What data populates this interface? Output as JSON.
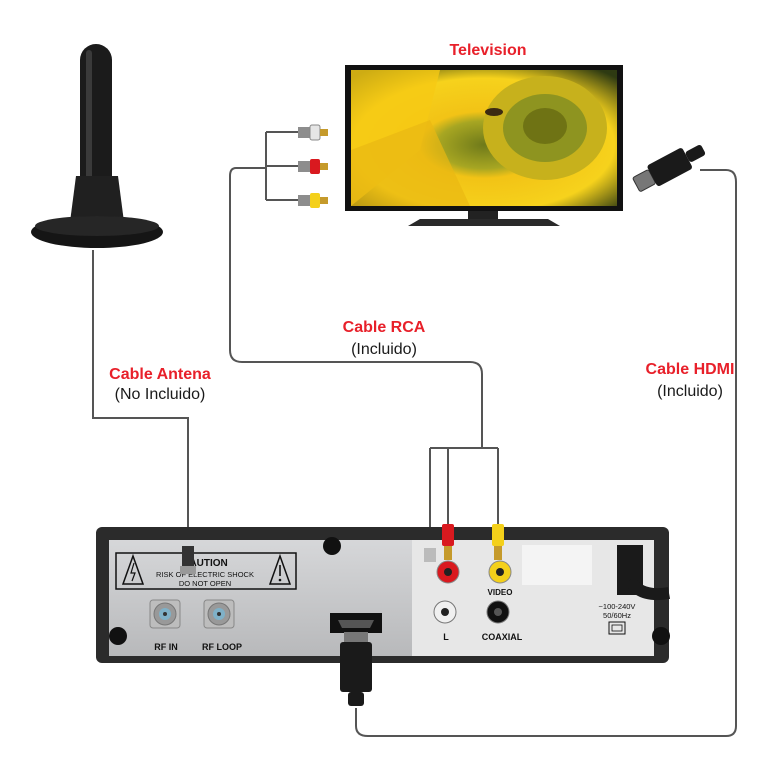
{
  "labels": {
    "television": "Television",
    "rca_title": "Cable RCA",
    "rca_sub": "(Incluido)",
    "antenna_title": "Cable Antena",
    "antenna_sub": "(No Incluido)",
    "hdmi_title": "Cable HDMI",
    "hdmi_sub": "(Incluido)"
  },
  "receiver": {
    "caution_title": "CAUTION",
    "caution_line1": "RISK OF ELECTRIC SHOCK",
    "caution_line2": "DO NOT OPEN",
    "rf_in": "RF IN",
    "rf_loop": "RF LOOP",
    "audio_l": "L",
    "video": "VIDEO",
    "coaxial": "COAXIAL",
    "power_line1": "~100-240V",
    "power_line2": "50/60Hz"
  },
  "colors": {
    "label_red": "#e8202a",
    "cable": "#555555",
    "rca_white": "#e6e6e6",
    "rca_red": "#d9191f",
    "rca_yellow": "#f4d01a",
    "panel": "#c9cacc",
    "chassis": "#2b2b2b"
  },
  "icons": [
    "antenna-icon",
    "television-icon",
    "hdmi-plug-icon",
    "rca-plug-icon",
    "receiver-icon",
    "warning-icon",
    "power-cord-icon"
  ]
}
